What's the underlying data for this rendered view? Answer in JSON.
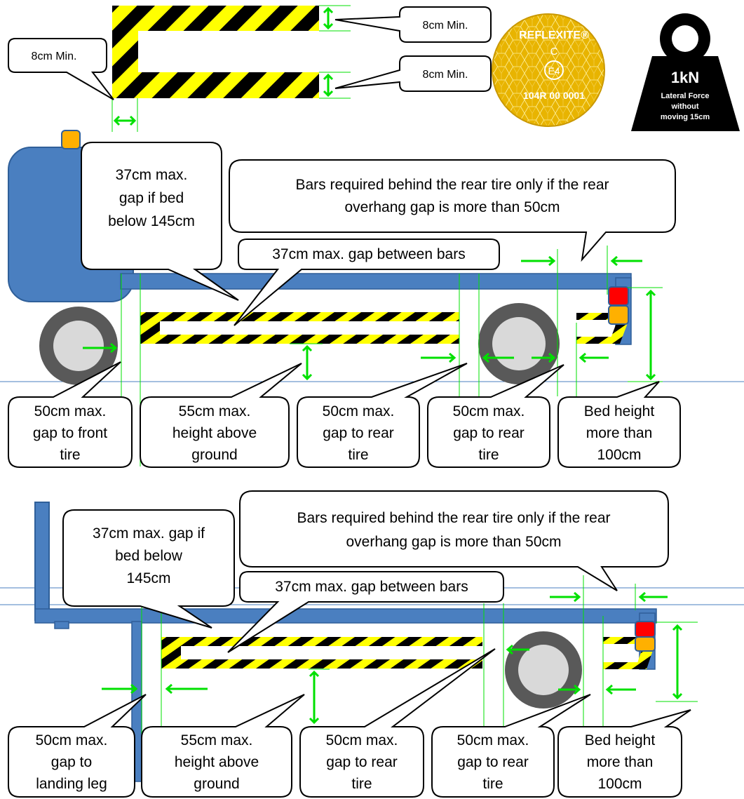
{
  "top": {
    "label_left": "8cm Min.",
    "label_top_right": "8cm Min.",
    "label_bottom_right": "8cm Min.",
    "badge": {
      "brand": "REFLEXITE®",
      "c": "C",
      "e": "E4",
      "code": "104R 00 0001",
      "color": "#e8b400"
    },
    "weight": {
      "title": "1kN",
      "line1": "Lateral Force",
      "line2": "without",
      "line3": "moving 15cm"
    }
  },
  "diagram1": {
    "gap_if_bed": [
      "37cm max.",
      "gap if bed",
      "below 145cm"
    ],
    "bars_required": [
      "Bars required behind the rear tire only if the rear",
      "overhang  gap is more than 50cm"
    ],
    "gap_between_bars": "37cm max. gap between bars",
    "bottom": [
      [
        "50cm max.",
        "gap to front",
        "tire"
      ],
      [
        "55cm max.",
        "height above",
        "ground"
      ],
      [
        "50cm max.",
        "gap to rear",
        "tire"
      ],
      [
        "50cm max.",
        "gap to rear",
        "tire"
      ],
      [
        "Bed height",
        "more than",
        "100cm"
      ]
    ]
  },
  "diagram2": {
    "gap_if_bed": [
      "37cm max. gap if",
      "bed below",
      "145cm"
    ],
    "bars_required": [
      "Bars required behind the rear tire only if the rear",
      "overhang  gap is more than 50cm"
    ],
    "gap_between_bars": "37cm max. gap between bars",
    "bottom": [
      [
        "50cm max.",
        "gap to",
        "landing leg"
      ],
      [
        "55cm max.",
        "height above",
        "ground"
      ],
      [
        "50cm max.",
        "gap to rear",
        "tire"
      ],
      [
        "50cm max.",
        "gap to rear",
        "tire"
      ],
      [
        "Bed height",
        "more than",
        "100cm"
      ]
    ]
  },
  "colors": {
    "frame": "#4a7fc0",
    "frame_edge": "#2f5f99",
    "guide": "#00e000",
    "stripe_yellow": "#ffff00",
    "light_red": "#ff0000",
    "light_amber": "#ffb000"
  }
}
